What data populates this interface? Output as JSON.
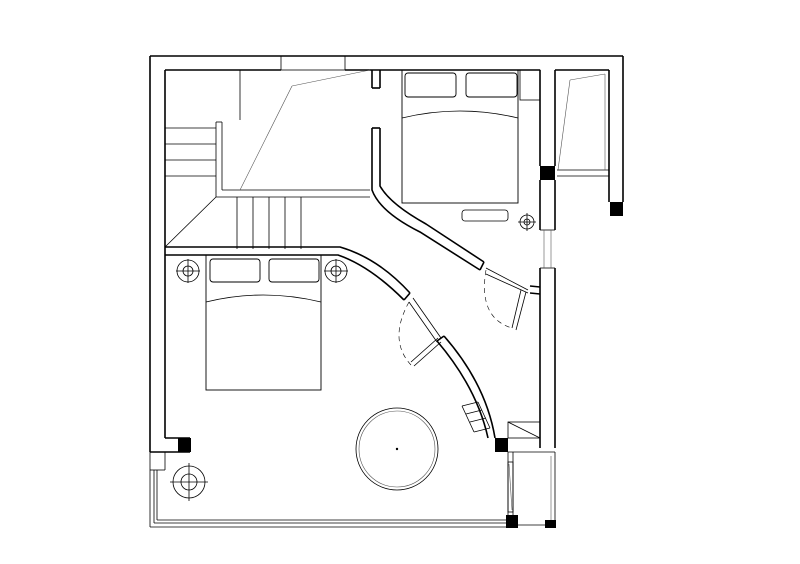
{
  "drawing": {
    "type": "architectural-floor-plan",
    "background": "#ffffff",
    "line_color": "#000000",
    "rooms": [
      "stair-landing",
      "upper-bedroom",
      "lower-bedroom",
      "balcony",
      "side-bay"
    ],
    "furniture": [
      "double-bed",
      "double-bed",
      "round-table",
      "bedside-lamp",
      "bedside-lamp",
      "bedside-lamp",
      "bedside-lamp",
      "chair"
    ]
  }
}
